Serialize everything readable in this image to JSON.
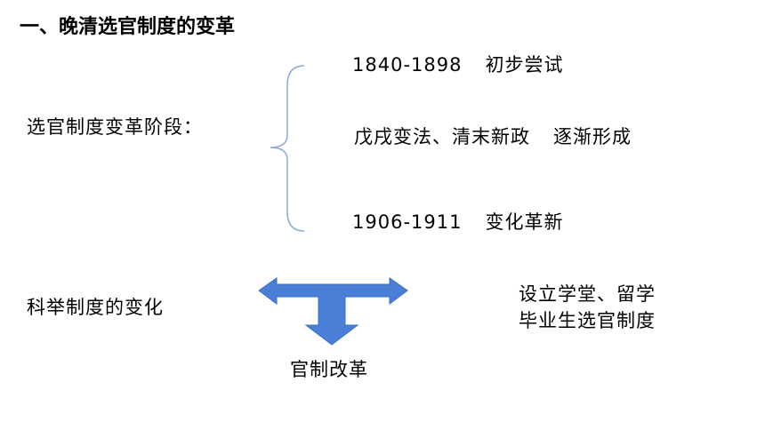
{
  "title": "一、晚清选官制度的变革",
  "stages": {
    "label": "选官制度变革阶段：",
    "items": [
      {
        "period": "1840-1898",
        "desc": "初步尝试"
      },
      {
        "period": "戊戌变法、清末新政",
        "desc": "逐渐形成"
      },
      {
        "period": "1906-1911",
        "desc": "变化革新"
      }
    ]
  },
  "change": {
    "left": "科举制度的变化",
    "right_line1": "设立学堂、留学",
    "right_line2": "毕业生选官制度",
    "bottom": "官制改革"
  },
  "colors": {
    "brace": "#8eaadb",
    "arrow_fill": "#4a7fd8",
    "arrow_stroke": "#3a6cc4"
  }
}
